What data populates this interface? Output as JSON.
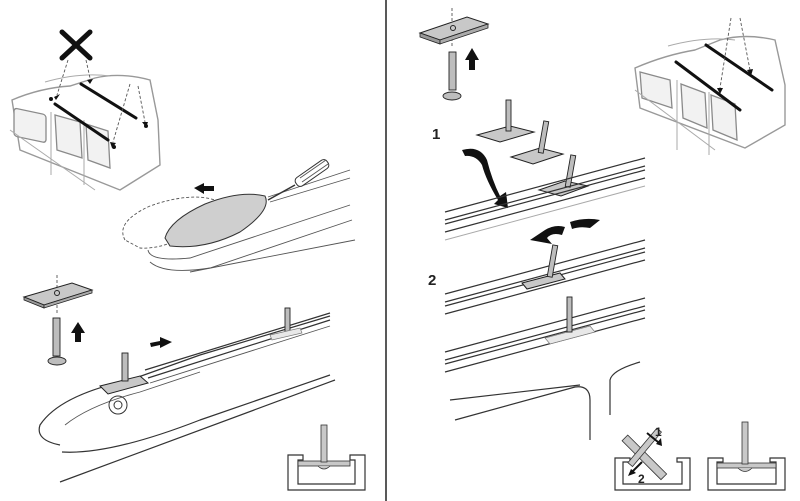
{
  "figure": {
    "left_panel": {
      "forbidden_mark": "x-mark-icon",
      "arrows": [
        "arrow-left-icon",
        "arrow-up-icon",
        "arrow-right-icon"
      ]
    },
    "right_panel": {
      "step_labels": [
        "1",
        "2"
      ],
      "arrows": [
        "arrow-up-icon",
        "curved-arrow-down-icon",
        "rotate-arrow-icon"
      ]
    },
    "inset_rotation": {
      "labels": [
        "1",
        "2"
      ]
    },
    "colors": {
      "line": "#333333",
      "fill_gray": "#c8c8c8",
      "divider": "#222222"
    }
  }
}
